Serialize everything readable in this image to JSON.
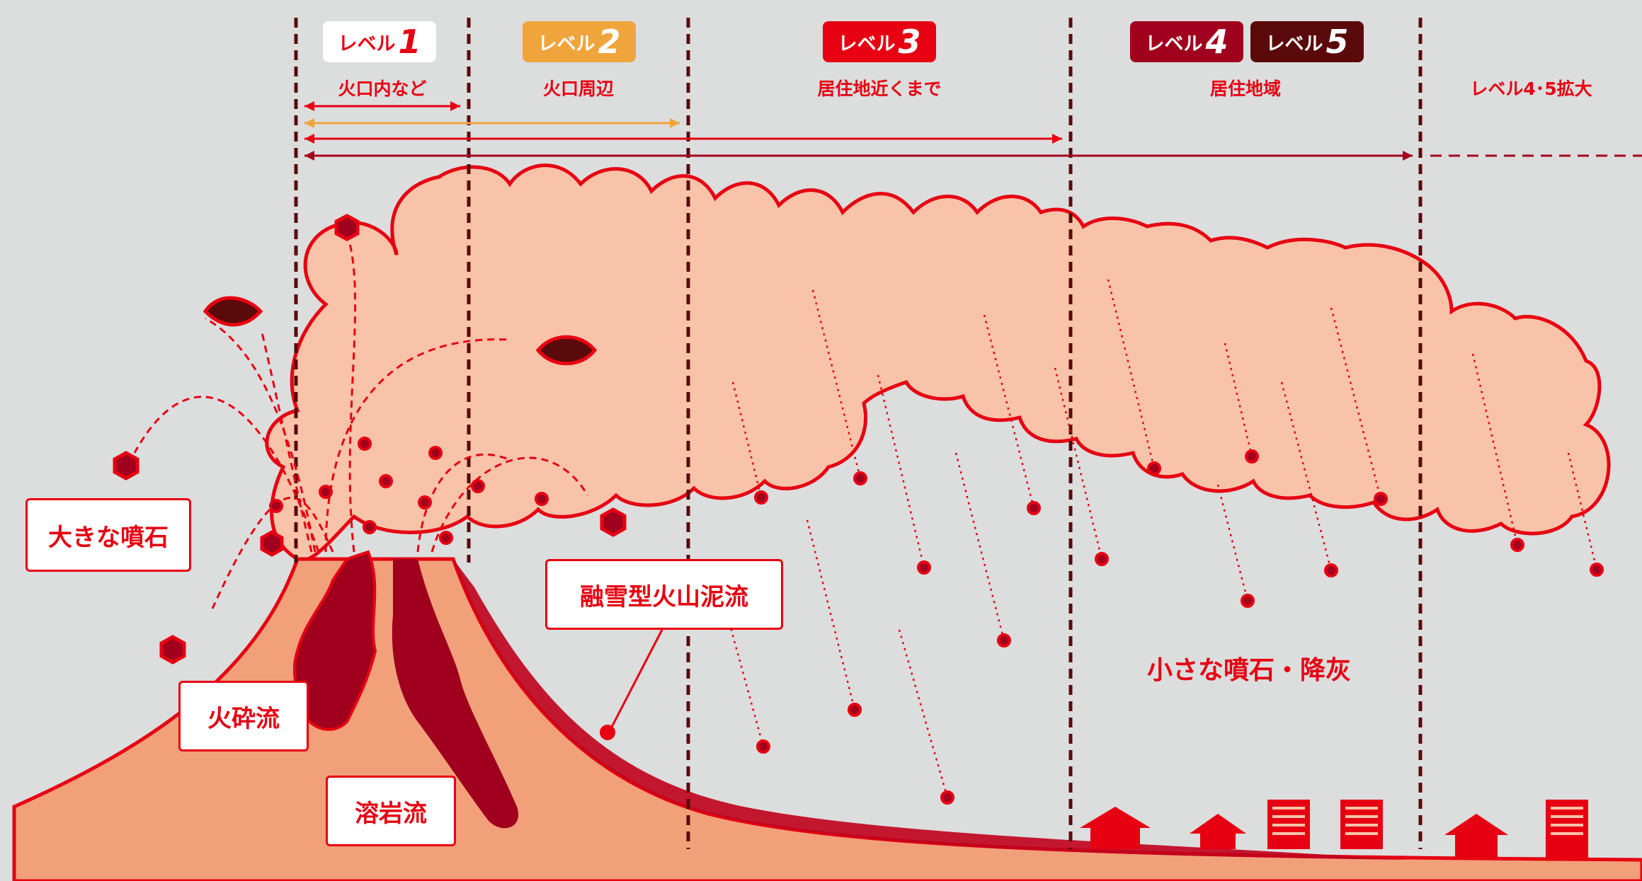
{
  "levels": [
    {
      "prefix": "レベル",
      "number": "1",
      "color": "#ffffff",
      "text_color": "#e60012",
      "zone": "火口内など"
    },
    {
      "prefix": "レベル",
      "number": "2",
      "color": "#f0a43c",
      "text_color": "#ffffff",
      "zone": "火口周辺"
    },
    {
      "prefix": "レベル",
      "number": "3",
      "color": "#e60012",
      "text_color": "#ffffff",
      "zone": "居住地近くまで"
    },
    {
      "prefix": "レベル",
      "number": "4",
      "color": "#a0001e",
      "text_color": "#ffffff"
    },
    {
      "prefix": "レベル",
      "number": "5",
      "color": "#5a0a0a",
      "text_color": "#ffffff"
    }
  ],
  "zone_residential": "居住地域",
  "zone_expanded": "レベル4･5拡大",
  "hazards": {
    "large_rocks": "大きな噴石",
    "pyroclastic_flow": "火砕流",
    "lava_flow": "溶岩流",
    "lahar": "融雪型火山泥流",
    "small_rocks_ash": "小さな噴石・降灰"
  },
  "colors": {
    "background": "#dcdddd",
    "accent_red": "#e60012",
    "plume": "#f8c3a8",
    "mountain": "#f2a07a",
    "lava": "#a0001e",
    "dark_rock": "#5a0a0a",
    "level2_orange": "#f0a43c"
  }
}
